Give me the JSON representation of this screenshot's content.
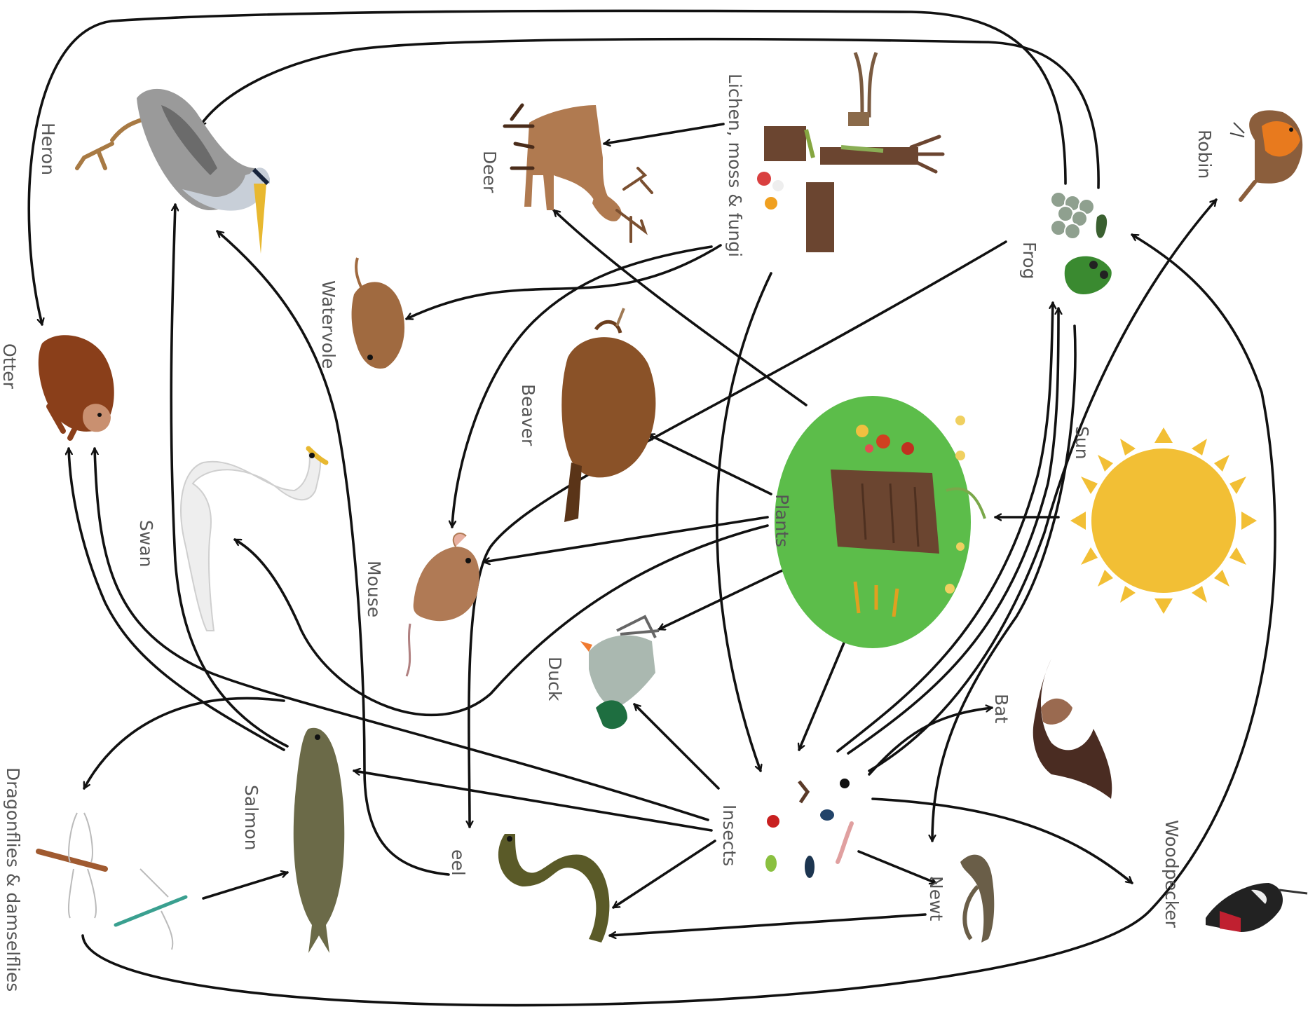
{
  "diagram": {
    "type": "food-web",
    "labels": {
      "heron": "Heron",
      "deer": "Deer",
      "lichen": "Lichen, moss & fungi",
      "frog": "Frog",
      "robin": "Robin",
      "otter": "Otter",
      "watervole": "Watervole",
      "beaver": "Beaver",
      "plants": "Plants",
      "sun": "Sun",
      "swan": "Swan",
      "mouse": "Mouse",
      "duck": "Duck",
      "bat": "Bat",
      "salmon": "Salmon",
      "dragonflies": "Dragonflies & damselflies",
      "eel": "eel",
      "insects": "Insects",
      "newt": "Newt",
      "woodpecker": "Woodpecker"
    },
    "colors": {
      "arrow": "#111111",
      "label": "#555555",
      "sun": "#f2bf35",
      "plants_background": "#5cbd4a"
    },
    "icons": [
      "heron-icon",
      "deer-icon",
      "deadwood-icon",
      "frog-icon",
      "robin-icon",
      "otter-icon",
      "watervole-icon",
      "beaver-icon",
      "plants-icon",
      "sun-icon",
      "swan-icon",
      "mouse-icon",
      "duck-icon",
      "bat-icon",
      "salmon-icon",
      "dragonfly-icon",
      "damselfly-icon",
      "eel-icon",
      "insects-icon",
      "newt-icon",
      "woodpecker-icon"
    ]
  }
}
